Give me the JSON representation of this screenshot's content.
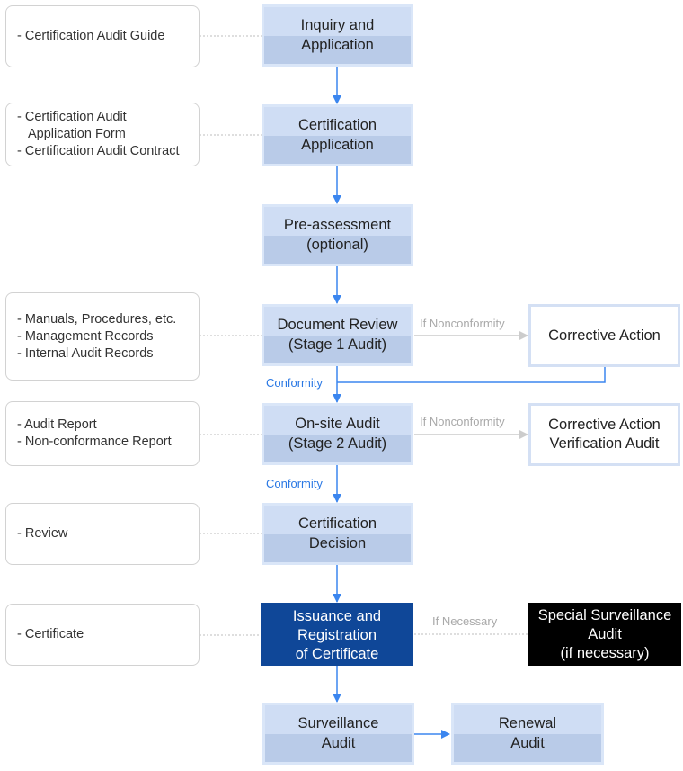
{
  "documents": [
    {
      "items": [
        "Certification Audit Guide"
      ]
    },
    {
      "items": [
        "Certification Audit Application Form",
        "Certification Audit Contract"
      ]
    },
    {
      "items": [
        "Manuals, Procedures, etc.",
        "Management Records",
        "Internal Audit Records"
      ]
    },
    {
      "items": [
        "Audit Report",
        "Non-conformance Report"
      ]
    },
    {
      "items": [
        "Review"
      ]
    },
    {
      "items": [
        "Certificate"
      ]
    }
  ],
  "steps": {
    "inquiry": "Inquiry and\nApplication",
    "certification_application": "Certification\nApplication",
    "pre_assessment": "Pre-assessment\n(optional)",
    "document_review": "Document Review\n(Stage 1 Audit)",
    "onsite_audit": "On-site Audit\n(Stage 2 Audit)",
    "certification_decision": "Certification\nDecision",
    "issuance": "Issuance and\nRegistration\nof Certificate",
    "surveillance": "Surveillance\nAudit",
    "renewal": "Renewal\nAudit"
  },
  "side_steps": {
    "corrective_action": "Corrective Action",
    "corrective_verification": "Corrective Action\nVerification Audit",
    "special_surveillance": "Special Surveillance\nAudit\n(if necessary)"
  },
  "labels": {
    "if_nonconformity": "If Nonconformity",
    "if_nonconformity_2": "If Nonconformity",
    "conformity": "Conformity",
    "conformity_2": "Conformity",
    "if_necessary": "If Necessary"
  },
  "colors": {
    "step_fill": "#cfddf4",
    "step_band": "#b9cbe8",
    "highlight_step": "#0f4798",
    "arrow_blue": "#3b86ef",
    "branch_gray": "#c8c8c8",
    "label_blue": "#2a78e4"
  }
}
